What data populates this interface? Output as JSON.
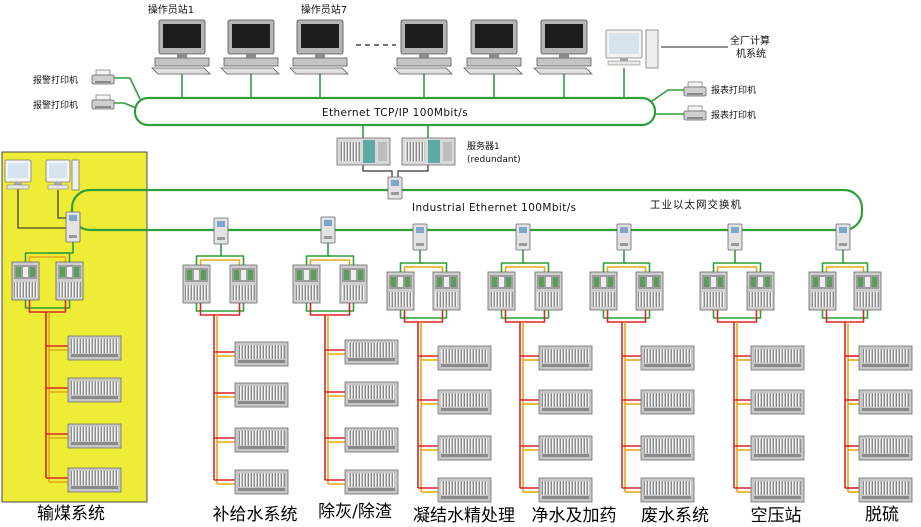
{
  "operator_stations": {
    "first": "操作员站1",
    "last": "操作员站7"
  },
  "plant_computer": {
    "line1": "全厂计算",
    "line2": "机系统"
  },
  "alarm_printers": [
    "报警打印机",
    "报警打印机"
  ],
  "report_printers": [
    "报表打印机",
    "报表打印机"
  ],
  "networks": {
    "ethernet": "Ethernet TCP/IP 100Mbit/s",
    "industrial": "Industrial Ethernet 100Mbit/s",
    "switch_label": "工业以太网交换机"
  },
  "server": {
    "name": "服务器1",
    "note": "(redundant)"
  },
  "systems": [
    "输煤系统",
    "补给水系统",
    "除灰/除渣",
    "凝结水精处理",
    "净水及加药",
    "废水系统",
    "空压站",
    "脱硫"
  ],
  "icons": {
    "operator_station": "operator-workstation-icon",
    "plant_computer": "desktop-computer-icon",
    "printer": "printer-icon",
    "server": "server-icon",
    "switch": "network-switch-icon",
    "plc": "plc-rack-icon",
    "io_module": "io-rack-icon"
  },
  "colors": {
    "network": "#2f9f3a",
    "signal_red": "#d8262b",
    "signal_orange": "#e6a817",
    "highlight_area": "#efec38"
  }
}
